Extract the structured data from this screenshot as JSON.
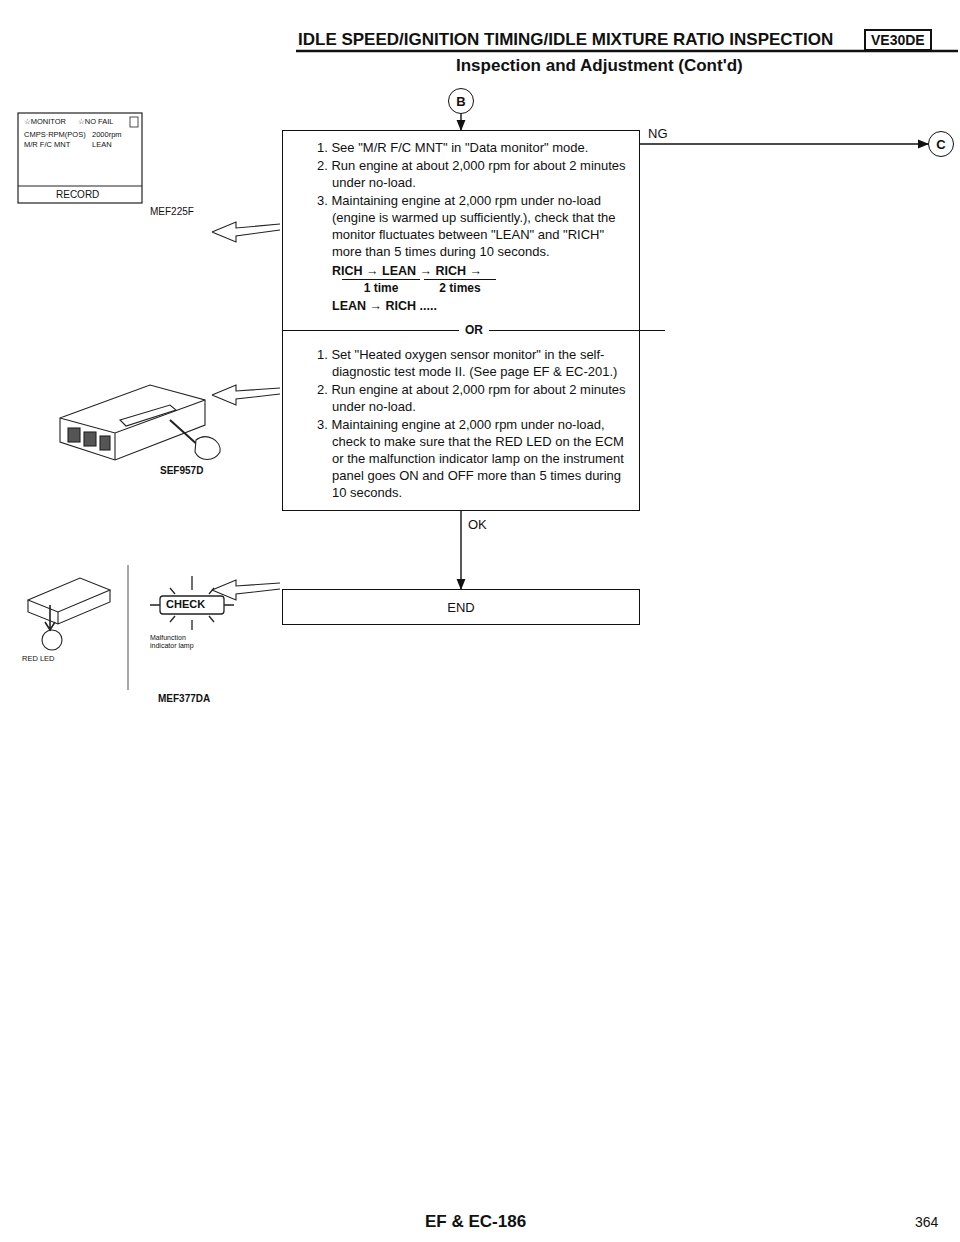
{
  "diagram": {
    "title": "IDLE SPEED/IGNITION TIMING/IDLE MIXTURE RATIO INSPECTION",
    "nodes": [
      {
        "text": [
          "B"
        ]
      },
      {
        "text": [
          "1. See \"M/R F/C MNT\" in \"Data monitor\" mode.",
          "2. Run engine at about 2,000 rpm for about 2 minutes under no-load.",
          "3. Maintaining engine at 2,000 rpm under no-load (engine is warmed up sufficiently.), check that the monitor fluctuates between \"LEAN\" and \"RICH\" more than 5 times during 10 seconds.",
          "RICH → LEAN → RICH →",
          "1 time",
          "2 times",
          "LEAN → RICH .....",
          "OR",
          "1. Set \"Heated oxygen sensor monitor\" in the self-diagnostic test mode II. (See page EF & EC-201.)",
          "2. Run engine at about 2,000 rpm for about 2 minutes under no-load.",
          "3. Maintaining engine at 2,000 rpm under no-load, check to make sure that the RED LED on the ECM or the malfunction indicator lamp on the instrument panel goes ON and OFF more than 5 times during 10 seconds."
        ]
      },
      {
        "text": [
          "C"
        ]
      },
      {
        "text": [
          "END"
        ]
      }
    ],
    "edges": [
      {
        "from": 0,
        "to": 1,
        "arrow": "to"
      },
      {
        "from": 1,
        "to": 2,
        "label": "NG",
        "arrow": "to"
      },
      {
        "from": 1,
        "to": 3,
        "label": "OK",
        "arrow": "to"
      }
    ],
    "labels": [
      "VE30DE",
      "Inspection and Adjustment (Cont'd)",
      "☆MONITOR",
      "☆NO FAIL",
      "CMPS·RPM(POS)",
      "2000rpm",
      "M/R F/C MNT",
      "LEAN",
      "RECORD",
      "MEF225F",
      "SEF957D",
      "RED LED",
      "CHECK",
      "Malfunction indicator lamp",
      "MEF377DA",
      "EF & EC-186",
      "364"
    ]
  }
}
